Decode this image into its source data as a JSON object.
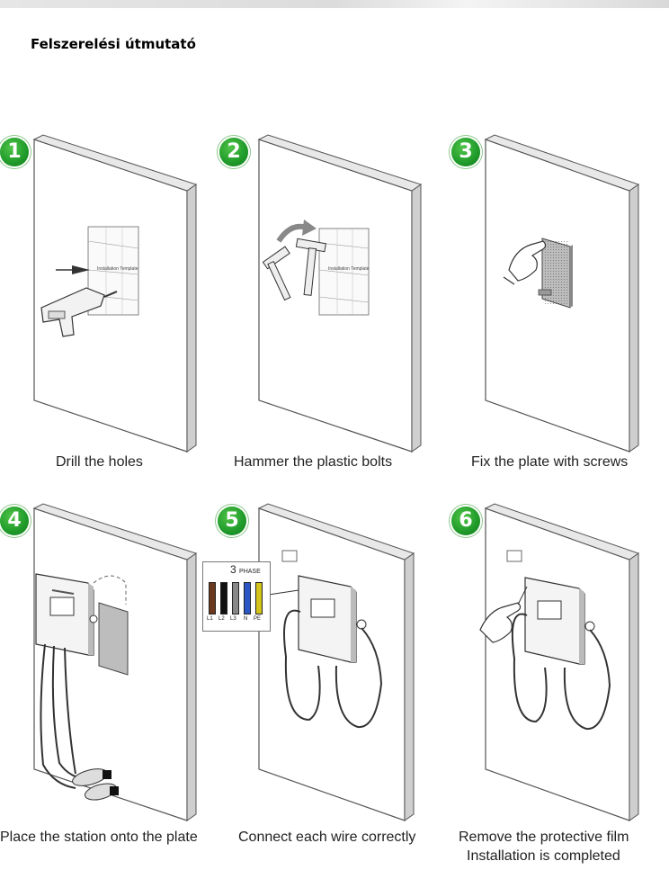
{
  "page": {
    "title": "Felszerelési útmutató"
  },
  "steps": [
    {
      "number": "1",
      "caption": "Drill the holes",
      "icon": "drill-icon"
    },
    {
      "number": "2",
      "caption": "Hammer the plastic bolts",
      "icon": "hammer-icon"
    },
    {
      "number": "3",
      "caption": "Fix the plate with screws",
      "icon": "hand-icon"
    },
    {
      "number": "4",
      "caption": "Place the station onto the plate",
      "icon": "charging-station-icon"
    },
    {
      "number": "5",
      "caption": "Connect each wire correctly",
      "icon": "charging-station-icon",
      "phase_label": "3",
      "phase_unit": "PHASE",
      "wires": [
        "L1",
        "L2",
        "L3",
        "N",
        "PE"
      ]
    },
    {
      "number": "6",
      "caption": "Remove the protective film",
      "caption2": "Installation is completed",
      "icon": "hand-icon"
    }
  ],
  "template_labels": {
    "label": "Installation Template"
  },
  "colors": {
    "badge_green": "#1f9a2a",
    "wall_front": "#ffffff",
    "wall_side": "#cfcfcf",
    "wire_L1": "#6b3a1e",
    "wire_L2": "#111111",
    "wire_L3": "#888888",
    "wire_N": "#2a57c4",
    "wire_PE": "#d4c419"
  }
}
